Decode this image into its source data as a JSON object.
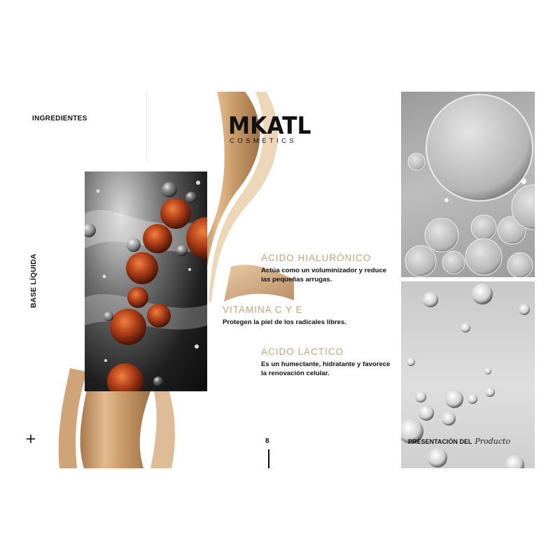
{
  "header": {
    "section_label": "INGREDIENTES",
    "vertical_label": "BASE LÍQUIDA"
  },
  "brand": {
    "logo_text": "MKATL",
    "logo_subtitle": "COSMETICS"
  },
  "ingredients": [
    {
      "title": "ÁCIDO HIALURÓNICO",
      "description": "Actúa como un voluminizador y reduce las pequeñas arrugas."
    },
    {
      "title": "VITAMINA C Y E",
      "description": "Protegen la piel de los radicales libres."
    },
    {
      "title": "ÁCIDO LÁCTICO",
      "description": "Es un humectante, hidratante y favorece la renovación celular."
    }
  ],
  "footer": {
    "page_number": "8",
    "presentation_label": "PRESENTACIÓN DEL",
    "presentation_script": "Producto"
  },
  "colors": {
    "accent_gold": "#c9a27e",
    "foundation": "#c89c6c",
    "text": "#111111"
  },
  "icons": [
    "plus-icon"
  ]
}
